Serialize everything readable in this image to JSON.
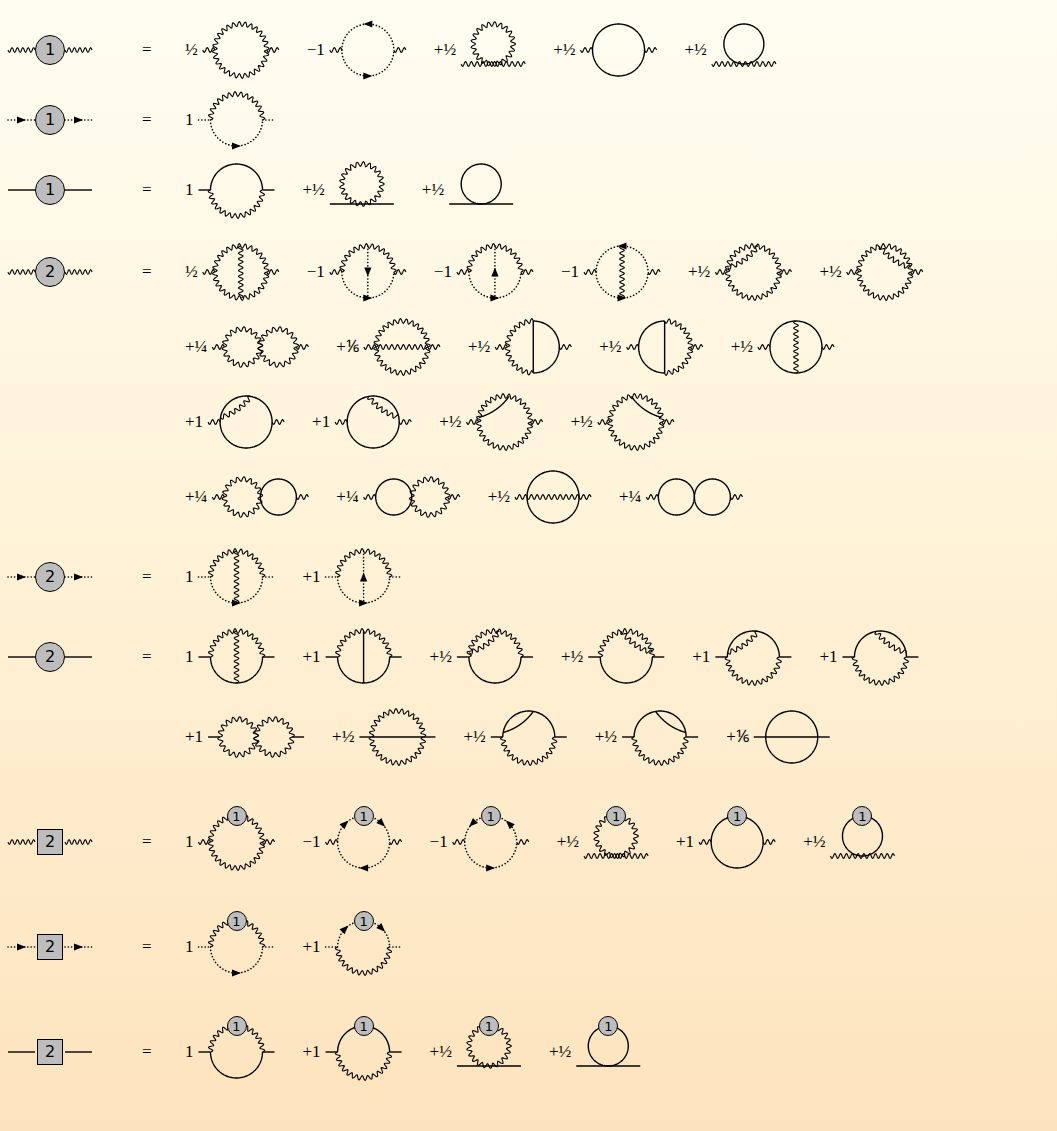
{
  "diagram": {
    "nodes": [
      {
        "text": [
          "1"
        ]
      },
      {
        "text": [
          "1"
        ]
      },
      {
        "text": [
          "1"
        ]
      },
      {
        "text": [
          "2"
        ]
      },
      {
        "text": [
          "2"
        ]
      },
      {
        "text": [
          "2"
        ]
      },
      {
        "text": [
          "2"
        ]
      },
      {
        "text": [
          "1"
        ]
      },
      {
        "text": [
          "1"
        ]
      },
      {
        "text": [
          "1"
        ]
      },
      {
        "text": [
          "1"
        ]
      },
      {
        "text": [
          "1"
        ]
      },
      {
        "text": [
          "1"
        ]
      },
      {
        "text": [
          "2"
        ]
      },
      {
        "text": [
          "1"
        ]
      },
      {
        "text": [
          "1"
        ]
      },
      {
        "text": [
          "2"
        ]
      },
      {
        "text": [
          "1"
        ]
      },
      {
        "text": [
          "1"
        ]
      },
      {
        "text": [
          "1"
        ]
      },
      {
        "text": [
          "1"
        ]
      }
    ],
    "labels": [
      "=",
      "½",
      "−1",
      "+½",
      "+½",
      "+½",
      "=",
      "1",
      "=",
      "1",
      "+½",
      "+½",
      "=",
      "½",
      "−1",
      "−1",
      "−1",
      "+½",
      "+½",
      "+¼",
      "+⅙",
      "+½",
      "+½",
      "+½",
      "+1",
      "+1",
      "+½",
      "+½",
      "+¼",
      "+¼",
      "+½",
      "+¼",
      "=",
      "1",
      "+1",
      "=",
      "1",
      "+1",
      "+½",
      "+½",
      "+1",
      "+1",
      "+1",
      "+½",
      "+½",
      "+½",
      "+⅙",
      "=",
      "1",
      "−1",
      "−1",
      "+½",
      "+1",
      "+½",
      "=",
      "1",
      "+1",
      "=",
      "1",
      "+1",
      "+½",
      "+½"
    ]
  }
}
